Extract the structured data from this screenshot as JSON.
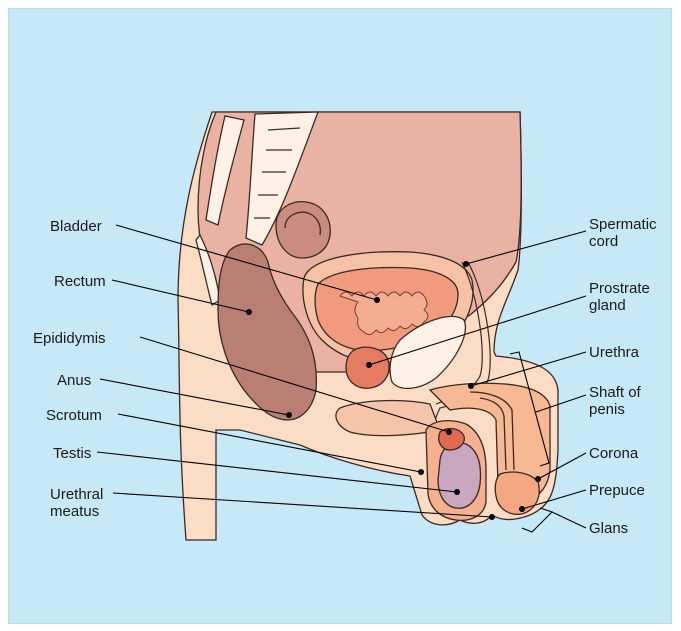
{
  "figure": {
    "labels_left": [
      {
        "id": "bladder",
        "lines": [
          "Bladder"
        ]
      },
      {
        "id": "rectum",
        "lines": [
          "Rectum"
        ]
      },
      {
        "id": "epididymis",
        "lines": [
          "Epididymis"
        ]
      },
      {
        "id": "anus",
        "lines": [
          "Anus"
        ]
      },
      {
        "id": "scrotum",
        "lines": [
          "Scrotum"
        ]
      },
      {
        "id": "testis",
        "lines": [
          "Testis"
        ]
      },
      {
        "id": "urethral-meatus",
        "lines": [
          "Urethral",
          "meatus"
        ]
      }
    ],
    "labels_right": [
      {
        "id": "spermatic-cord",
        "lines": [
          "Spermatic",
          "cord"
        ]
      },
      {
        "id": "prostate-gland",
        "lines": [
          "Prostrate",
          "gland"
        ]
      },
      {
        "id": "urethra",
        "lines": [
          "Urethra"
        ]
      },
      {
        "id": "shaft-of-penis",
        "lines": [
          "Shaft of",
          "penis"
        ]
      },
      {
        "id": "corona",
        "lines": [
          "Corona"
        ]
      },
      {
        "id": "prepuce",
        "lines": [
          "Prepuce"
        ]
      },
      {
        "id": "glans",
        "lines": [
          "Glans"
        ]
      }
    ]
  },
  "colors": {
    "background": "#c7e8f7",
    "skin": "#fbdcc4",
    "pelvis_tissue": "#eab2a2",
    "bladder": "#f29a7e",
    "rectum": "#b97f73",
    "testis": "#c9a7be",
    "penis": "#f6b994",
    "bone": "#fff1e6"
  }
}
